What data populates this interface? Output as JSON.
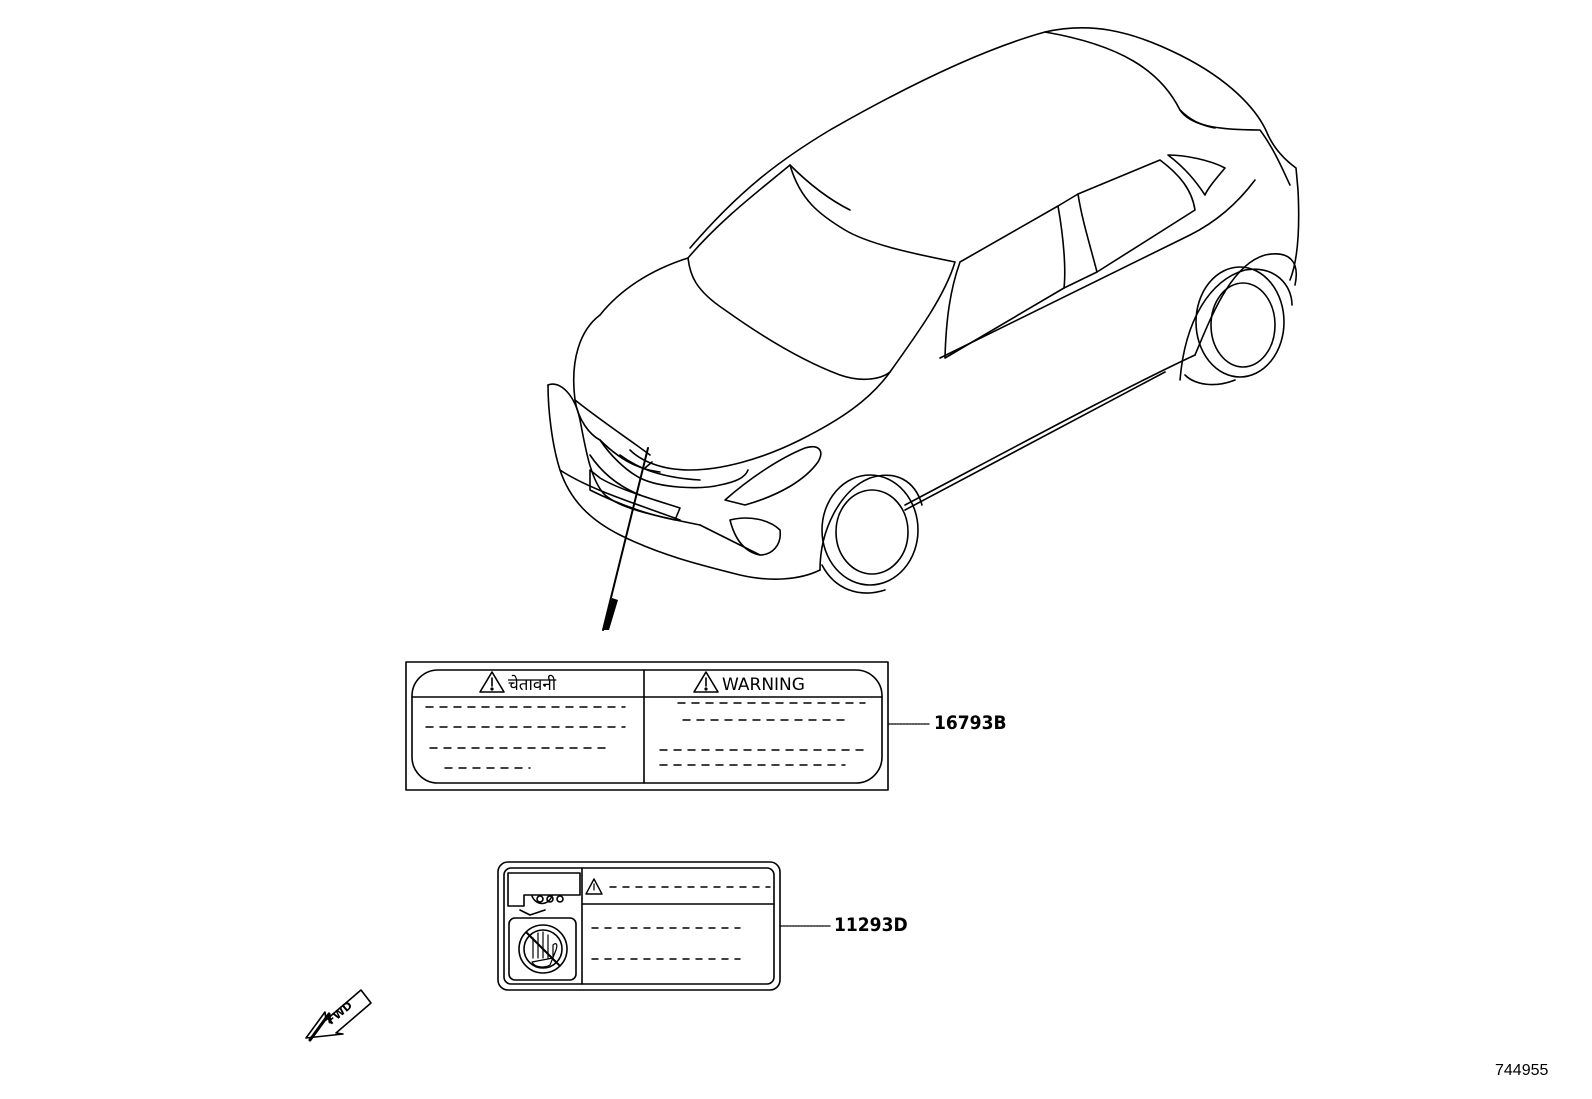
{
  "diagram": {
    "parts": [
      {
        "part_number": "16793B"
      },
      {
        "part_number": "11293D"
      }
    ],
    "warning_label": {
      "left_heading": "चेतावनी",
      "right_heading": "WARNING"
    },
    "direction_marker": {
      "text": "FWD",
      "icon": "forward-arrow-icon"
    },
    "catalog_id": "744955"
  }
}
